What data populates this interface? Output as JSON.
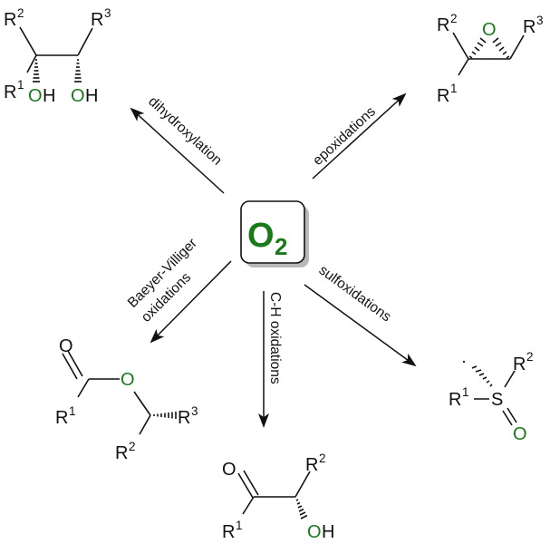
{
  "center": {
    "label": "O",
    "subscript": "2",
    "color": "#1a7a1a"
  },
  "reactions": {
    "dihydroxylation": "dihydroxylation",
    "epoxidations": "epoxidations",
    "baeyer_villiger_line1": "Baeyer-Villiger",
    "baeyer_villiger_line2": "oxidations",
    "ch_oxidations": "C-H oxidations",
    "sulfoxidations": "sulfoxidations"
  },
  "atoms": {
    "R": "R",
    "sup1": "1",
    "sup2": "2",
    "sup3": "3",
    "O": "O",
    "H": "H",
    "S": "S"
  },
  "colors": {
    "oxygen_highlight": "#1a7a1a",
    "ink": "#111111"
  }
}
